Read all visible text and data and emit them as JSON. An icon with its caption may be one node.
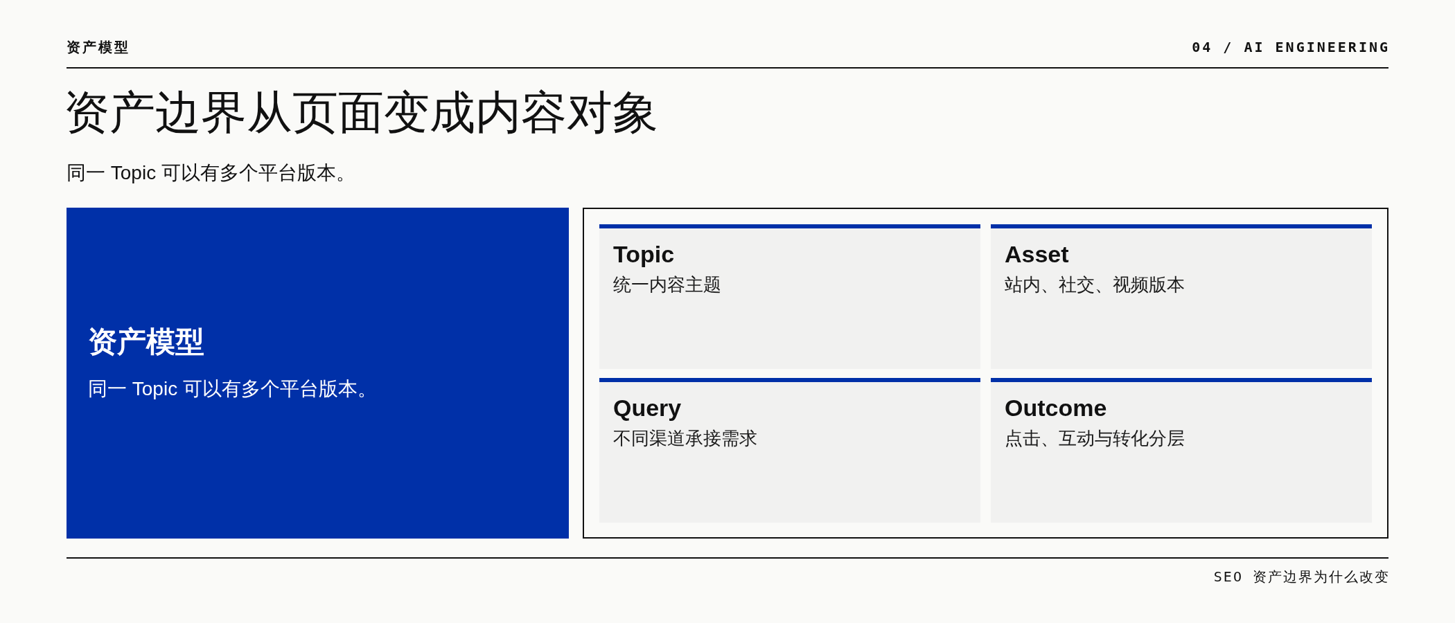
{
  "diagram": {
    "title": "资产边界从页面变成内容对象",
    "nodes": [
      {
        "text": [
          "资产模型",
          "同一 Topic 可以有多个平台版本。"
        ]
      },
      {
        "text": [],
        "shape": "box"
      },
      {
        "text": [
          "Topic",
          "统一内容主题"
        ],
        "in": 1
      },
      {
        "text": [
          "Asset",
          "站内、社交、视频版本"
        ],
        "in": 1
      },
      {
        "text": [
          "Query",
          "不同渠道承接需求"
        ],
        "in": 1
      },
      {
        "text": [
          "Outcome",
          "点击、互动与转化分层"
        ],
        "in": 1
      }
    ],
    "labels": [
      "资产模型",
      "04 / AI ENGINEERING",
      "同一 Topic 可以有多个平台版本。",
      "SEO 资产边界为什么改变"
    ]
  }
}
